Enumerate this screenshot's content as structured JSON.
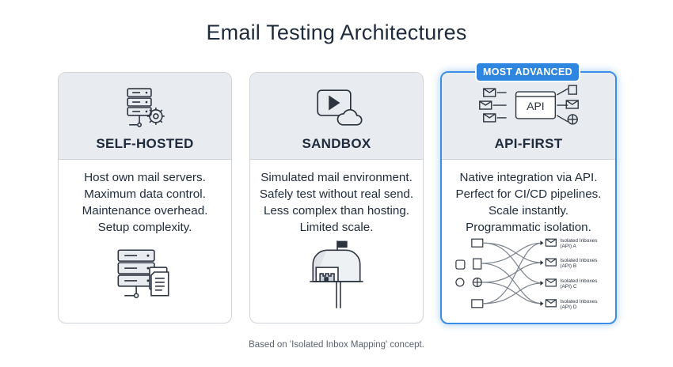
{
  "title": "Email Testing Architectures",
  "badge": "MOST ADVANCED",
  "cards": [
    {
      "name": "SELF-HOSTED",
      "icon": "server-gear-icon",
      "illustration": "server-documents-icon",
      "lines": [
        "Host own mail servers.",
        "Maximum data control.",
        "Maintenance overhead.",
        "Setup complexity."
      ]
    },
    {
      "name": "SANDBOX",
      "icon": "play-cloud-icon",
      "illustration": "mailbox-sandcastle-icon",
      "lines": [
        "Simulated mail environment.",
        "Safely test without real send.",
        "Less complex than hosting.",
        "Limited scale."
      ]
    },
    {
      "name": "API-FIRST",
      "icon": "api-hub-icon",
      "api_label": "API",
      "lines": [
        "Native integration via API.",
        "Perfect for CI/CD pipelines.",
        "Scale instantly.",
        "Programmatic isolation."
      ],
      "inbox_map": {
        "inboxes": [
          [
            "Isolated Inboxes",
            "(API) A"
          ],
          [
            "Isolated Inboxes",
            "(API) B"
          ],
          [
            "Isolated Inboxes",
            "(API) C"
          ],
          [
            "Isolated Inboxes",
            "(API) D"
          ]
        ]
      }
    }
  ],
  "footnote": "Based on 'Isolated Inbox Mapping' concept.",
  "colors": {
    "accent": "#2f86e0",
    "header_bg": "#e8ebef",
    "icon_stroke": "#2c3440"
  }
}
